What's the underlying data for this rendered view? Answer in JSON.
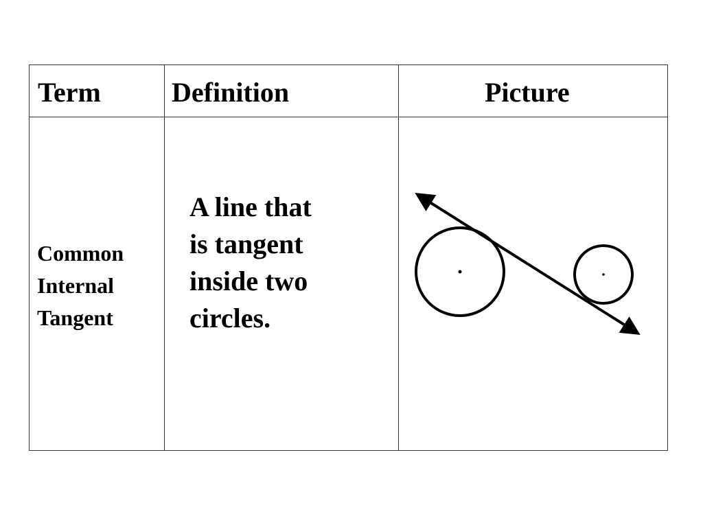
{
  "table": {
    "headers": {
      "term": "Term",
      "definition": "Definition",
      "picture": "Picture"
    },
    "row": {
      "term_lines": [
        "Common",
        "Internal",
        "Tangent"
      ],
      "definition_lines": [
        "A line that",
        "is tangent",
        "inside two",
        "circles."
      ]
    }
  },
  "colors": {
    "grid": "#333333",
    "ink": "#000000"
  },
  "icons": {
    "picture": "common-internal-tangent-diagram"
  }
}
